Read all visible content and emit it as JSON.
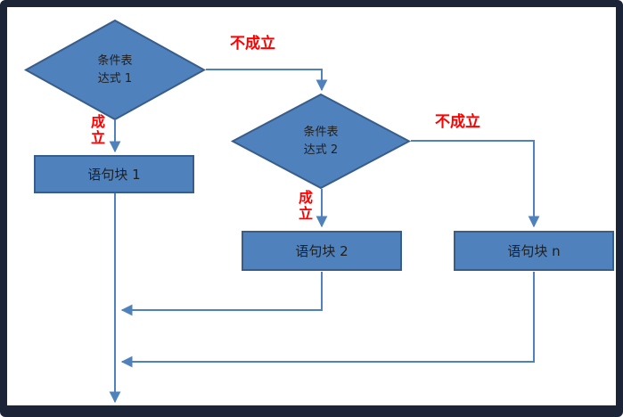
{
  "colors": {
    "shape_fill": "#4f81bd",
    "shape_stroke": "#385d8a",
    "shape_text": "#1f1f1f",
    "connector": "#4f81bd",
    "branch_label": "#ff0000",
    "frame_border": "#1c2438",
    "background": "#ffffff"
  },
  "shapes": {
    "diamond1": {
      "line1": "条件表",
      "line2": "达式 1"
    },
    "diamond2": {
      "line1": "条件表",
      "line2": "达式 2"
    },
    "rect1": {
      "label": "语句块 1"
    },
    "rect2": {
      "label": "语句块 2"
    },
    "rectn": {
      "label": "语句块 n"
    }
  },
  "labels": {
    "false1": "不成立",
    "true1": "成立",
    "false2": "不成立",
    "true2": "成立"
  }
}
